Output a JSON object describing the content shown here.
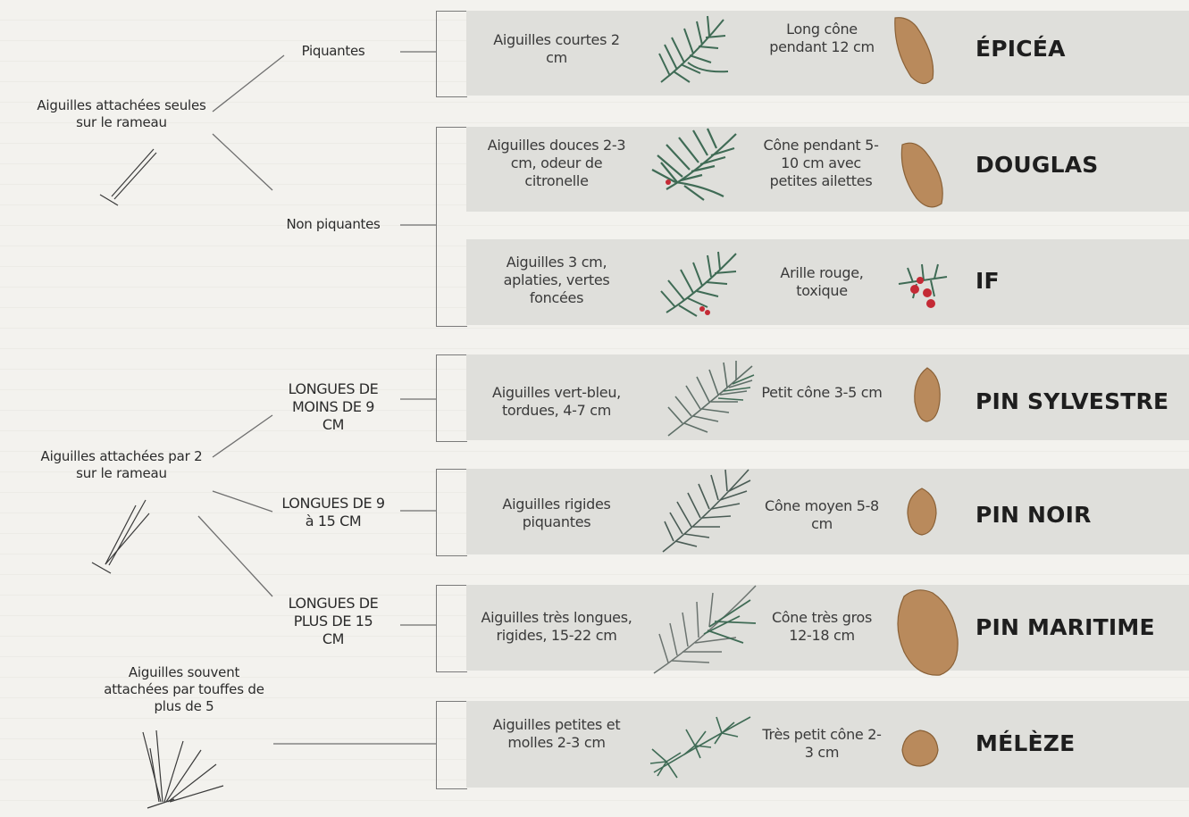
{
  "categories": [
    {
      "label": "Aiguilles attachées seules sur le rameau"
    },
    {
      "label": "Aiguilles attachées par 2 sur le rameau"
    },
    {
      "label": "Aiguilles souvent attachées par touffes de plus de 5"
    }
  ],
  "branches": [
    {
      "label": "Piquantes"
    },
    {
      "label": "Non piquantes"
    },
    {
      "label": "LONGUES DE MOINS DE 9 CM"
    },
    {
      "label": "LONGUES DE 9 à 15 CM"
    },
    {
      "label": "LONGUES DE PLUS DE 15 CM"
    }
  ],
  "species": [
    {
      "needles": "Aiguilles courtes 2 cm",
      "cone": "Long cône pendant 12 cm",
      "name": "ÉPICÉA",
      "needle_icon": "spruce-branch-icon",
      "cone_icon": "long-cone-icon"
    },
    {
      "needles": "Aiguilles douces 2-3 cm, odeur de citronelle",
      "cone": "Cône pendant 5-10 cm avec petites ailettes",
      "name": "DOUGLAS",
      "needle_icon": "douglas-branch-icon",
      "cone_icon": "winged-cone-icon"
    },
    {
      "needles": "Aiguilles 3 cm, aplaties, vertes foncées",
      "cone": "Arille rouge, toxique",
      "name": "IF",
      "needle_icon": "yew-branch-icon",
      "cone_icon": "red-berries-icon"
    },
    {
      "needles": "Aiguilles vert-bleu, tordues, 4-7 cm",
      "cone": "Petit cône 3-5 cm",
      "name": "PIN SYLVESTRE",
      "needle_icon": "scots-pine-branch-icon",
      "cone_icon": "small-cone-icon"
    },
    {
      "needles": "Aiguilles rigides piquantes",
      "cone": "Cône moyen 5-8 cm",
      "name": "PIN NOIR",
      "needle_icon": "black-pine-branch-icon",
      "cone_icon": "medium-cone-icon"
    },
    {
      "needles": "Aiguilles très longues, rigides, 15-22 cm",
      "cone": "Cône très gros 12-18 cm",
      "name": "PIN MARITIME",
      "needle_icon": "maritime-pine-branch-icon",
      "cone_icon": "large-cone-icon"
    },
    {
      "needles": "Aiguilles petites et molles 2-3 cm",
      "cone": "Très petit cône 2-3 cm",
      "name": "MÉLÈZE",
      "needle_icon": "larch-branch-icon",
      "cone_icon": "tiny-cone-icon"
    }
  ],
  "colors": {
    "row_bg": "#dfdfdb",
    "page_bg": "#f3f2ee",
    "needle_green": "#3f6b55",
    "cone_brown": "#b98a5c",
    "berry_red": "#c42a35"
  }
}
